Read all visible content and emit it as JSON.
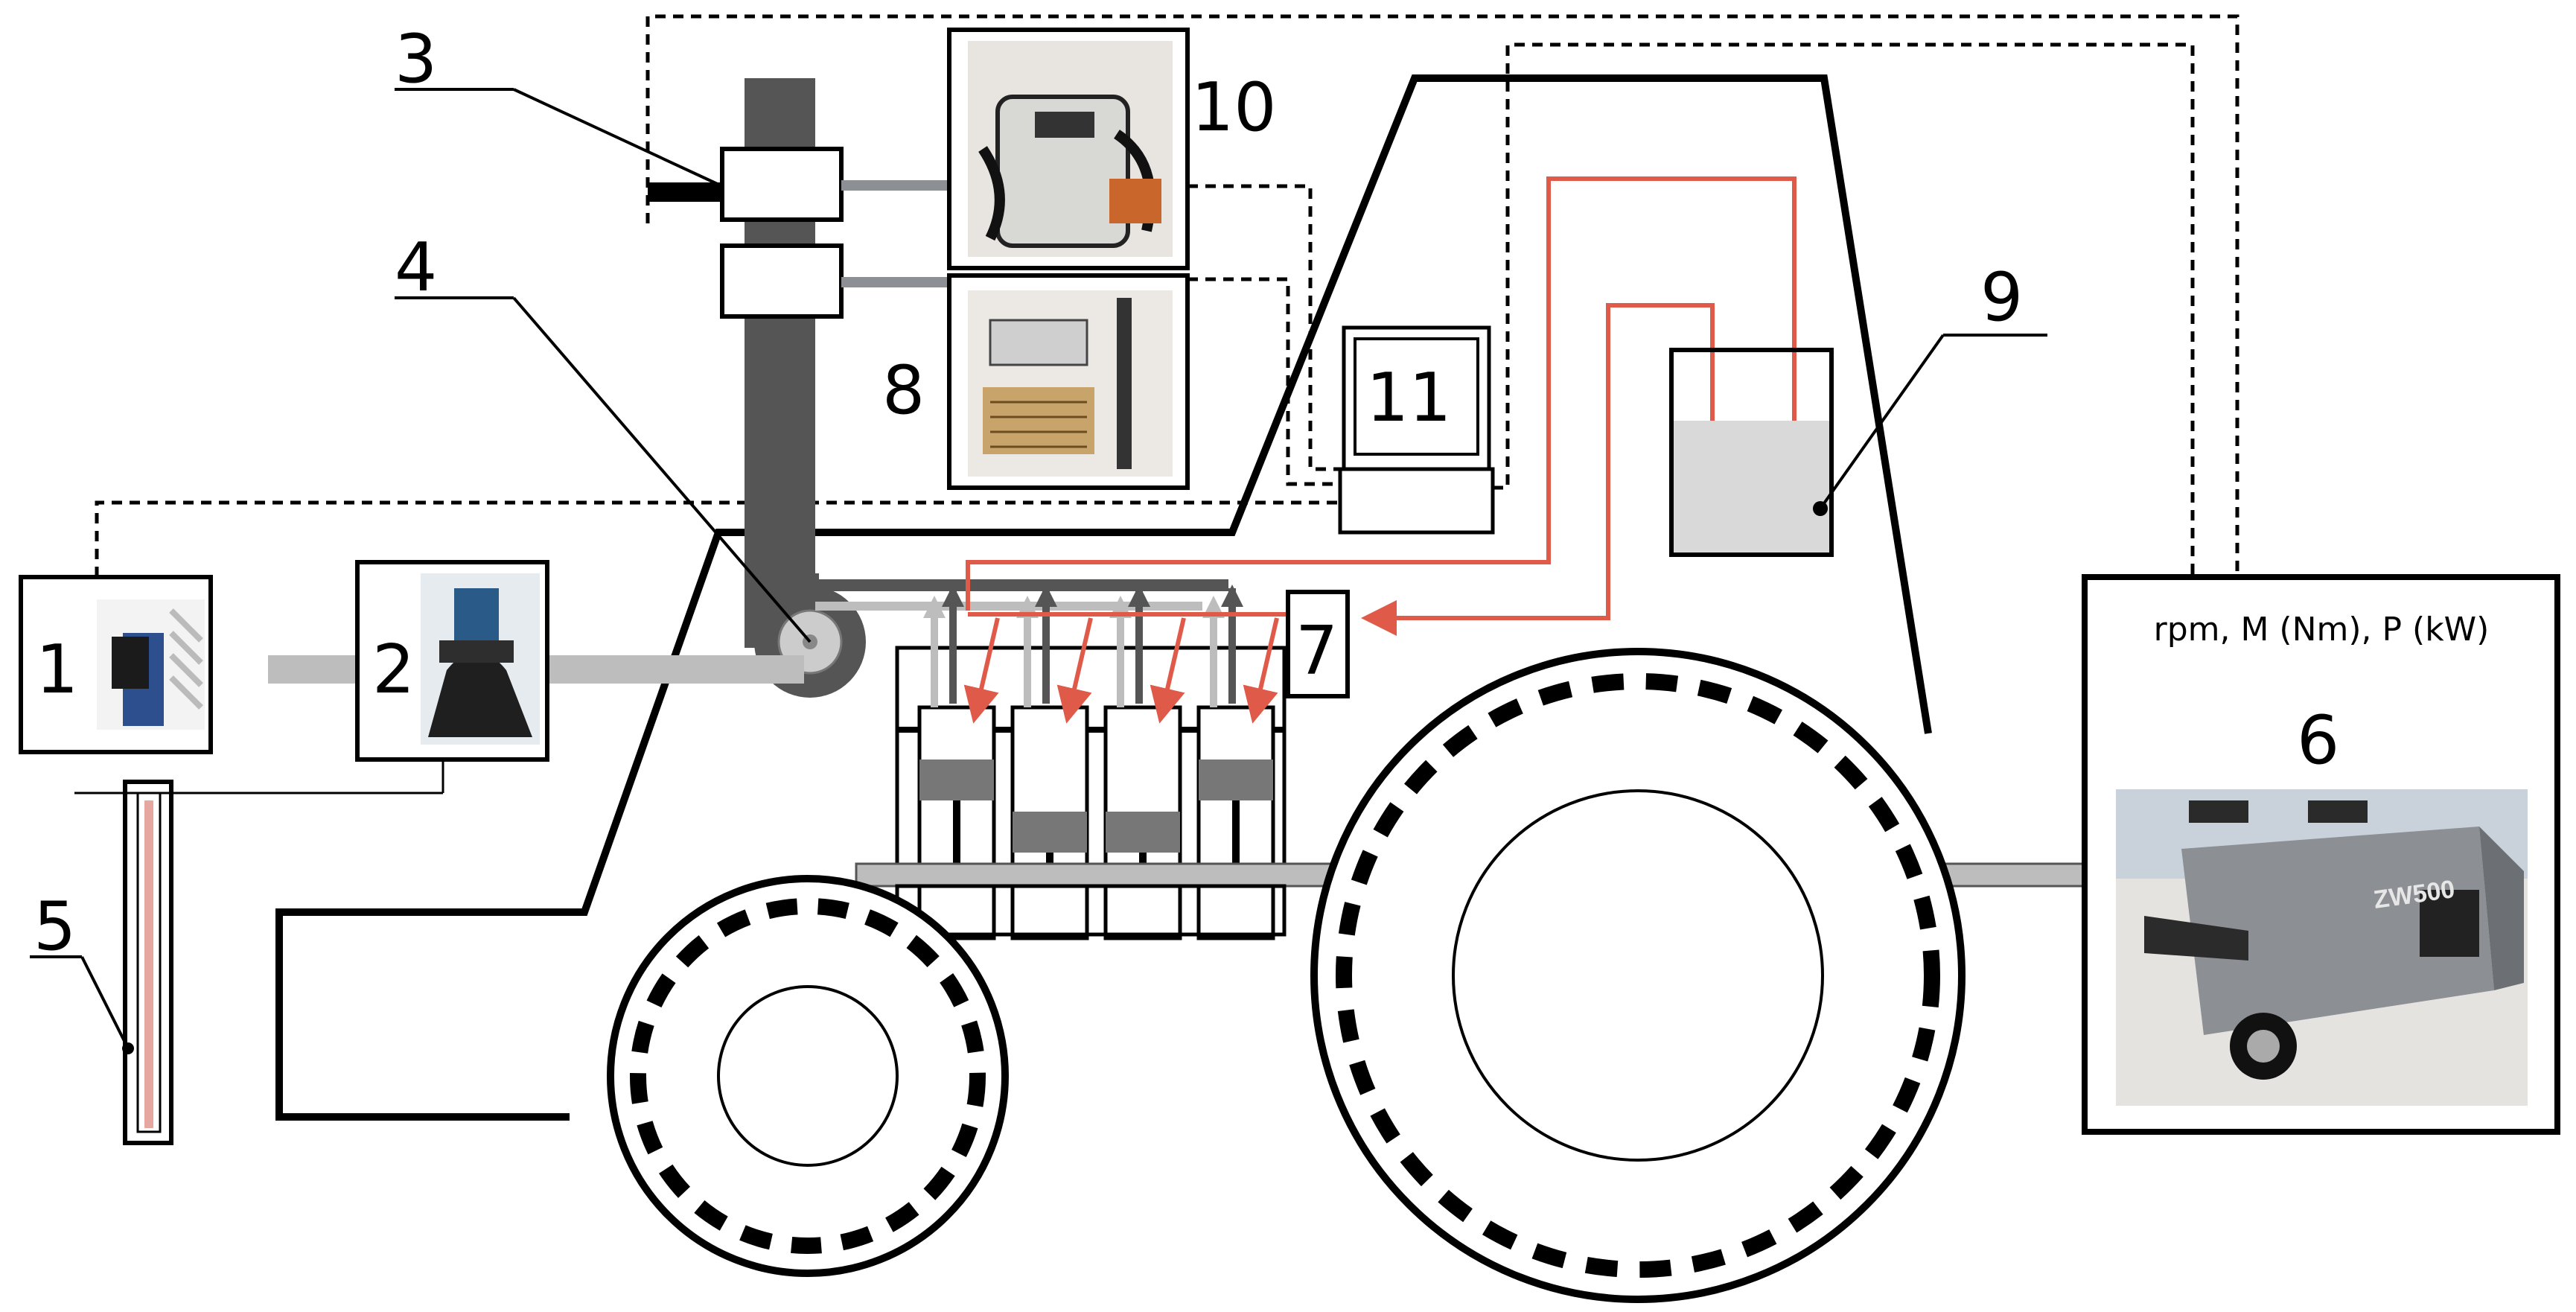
{
  "labels": {
    "n1": "1",
    "n2": "2",
    "n3": "3",
    "n4": "4",
    "n5": "5",
    "n6": "6",
    "n7": "7",
    "n8": "8",
    "n9": "9",
    "n10": "10",
    "n11": "11"
  },
  "dyno_caption": "rpm, M (Nm), P (kW)",
  "dyno_unit_text": "ZW500",
  "colors": {
    "line": "#000000",
    "shaft": "#bdbdbd",
    "exhaust_stack": "#555555",
    "coolant_flow": "#e05a4a",
    "tank_fill": "#d9d9d9",
    "photo_gray": "#8c8f94"
  },
  "icons": {
    "arrow_flow": "arrow-head-icon"
  }
}
